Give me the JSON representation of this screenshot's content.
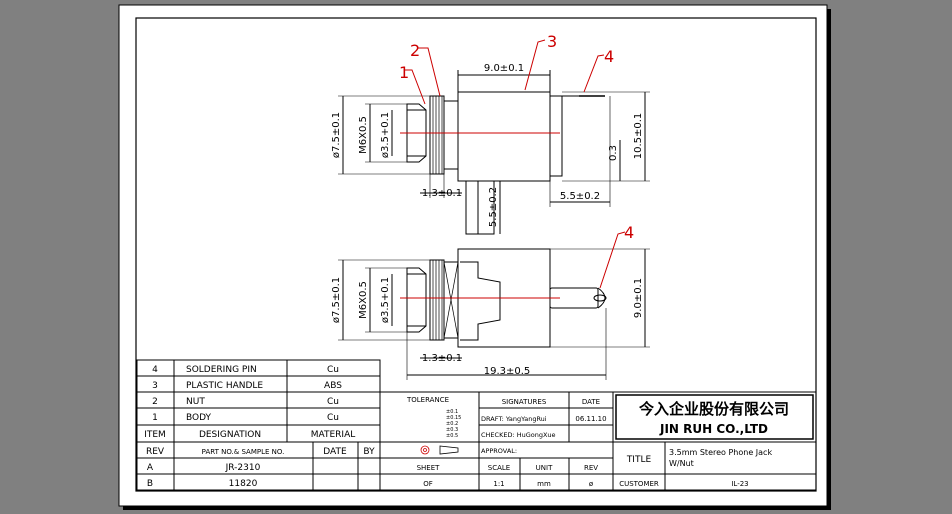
{
  "part_numbers": {
    "n1": "1",
    "n2": "2",
    "n3": "3",
    "n4_top": "4",
    "n4_bottom": "4"
  },
  "dims_top": {
    "width": "9.0±0.1",
    "outer_dia": "ø7.5±0.1",
    "thread": "M6X0.5",
    "inner_dia": "ø3.5+0.1",
    "flange": "1.3±0.1",
    "pin_len": "5.5±0.2",
    "pin_len2": "5.5±0.2",
    "height": "10.5±0.1",
    "gap": "0.3"
  },
  "dims_bottom": {
    "outer_dia": "ø7.5±0.1",
    "thread": "M6X0.5",
    "inner_dia": "ø3.5+0.1",
    "height": "9.0±0.1",
    "flange": "1.3±0.1",
    "length": "19.3±0.5"
  },
  "bom": {
    "rows": [
      {
        "item": "4",
        "name": "SOLDERING PIN",
        "material": "Cu"
      },
      {
        "item": "3",
        "name": "PLASTIC HANDLE",
        "material": "ABS"
      },
      {
        "item": "2",
        "name": "NUT",
        "material": "Cu"
      },
      {
        "item": "1",
        "name": "BODY",
        "material": "Cu"
      }
    ],
    "header": {
      "item": "ITEM",
      "name": "DESIGNATION",
      "material": "MATERIAL"
    }
  },
  "revision": {
    "header": {
      "rev": "REV",
      "part": "PART NO.& SAMPLE NO.",
      "date": "DATE",
      "by": "BY"
    },
    "rows": [
      {
        "rev": "A",
        "part": "JR-2310"
      },
      {
        "rev": "B",
        "part": "11820"
      }
    ]
  },
  "tolerance": {
    "label": "TOLERANCE",
    "values": [
      "±0.1",
      "±0.15",
      "±0.2",
      "±0.3",
      "±0.5"
    ]
  },
  "signatures": {
    "label": "SIGNATURES",
    "date_label": "DATE",
    "draft": "DRAFT: YangYangRui",
    "date": "06.11.10",
    "checked": "CHECKED: HuGongXue",
    "approval": "APPROVAL:"
  },
  "sheet_info": {
    "sheet_label": "SHEET",
    "scale_label": "SCALE",
    "unit_label": "UNIT",
    "rev_label": "REV",
    "sheet": "OF",
    "scale": "1:1",
    "unit": "mm",
    "rev": "ø"
  },
  "company": {
    "chinese": "今入企业股份有限公司",
    "english": "JIN  RUH  CO.,LTD"
  },
  "title_block": {
    "title_label": "TITLE",
    "title_line1": "3.5mm Stereo Phone Jack",
    "title_line2": "W/Nut",
    "customer_label": "CUSTOMER",
    "customer": "IL-23"
  }
}
